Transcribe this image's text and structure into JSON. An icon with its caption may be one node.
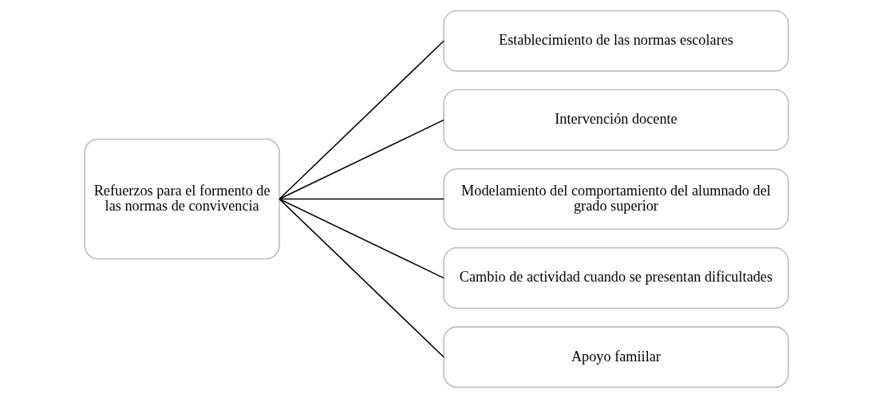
{
  "diagram": {
    "nodes": [
      {
        "text": [
          "Refuerzos para el formento de las normas de convivencia"
        ]
      },
      {
        "text": [
          "Establecimiento de las normas escolares"
        ]
      },
      {
        "text": [
          "Intervención docente"
        ]
      },
      {
        "text": [
          "Modelamiento del comportamiento del alumnado del grado superior"
        ]
      },
      {
        "text": [
          "Cambio de actividad cuando se presentan dificultades"
        ]
      },
      {
        "text": [
          "Apoyo famiilar"
        ]
      }
    ],
    "edges": [
      {
        "from": 0,
        "to": 1,
        "arrow": "none"
      },
      {
        "from": 0,
        "to": 2,
        "arrow": "none"
      },
      {
        "from": 0,
        "to": 3,
        "arrow": "none"
      },
      {
        "from": 0,
        "to": 4,
        "arrow": "none"
      },
      {
        "from": 0,
        "to": 5,
        "arrow": "none"
      }
    ]
  }
}
